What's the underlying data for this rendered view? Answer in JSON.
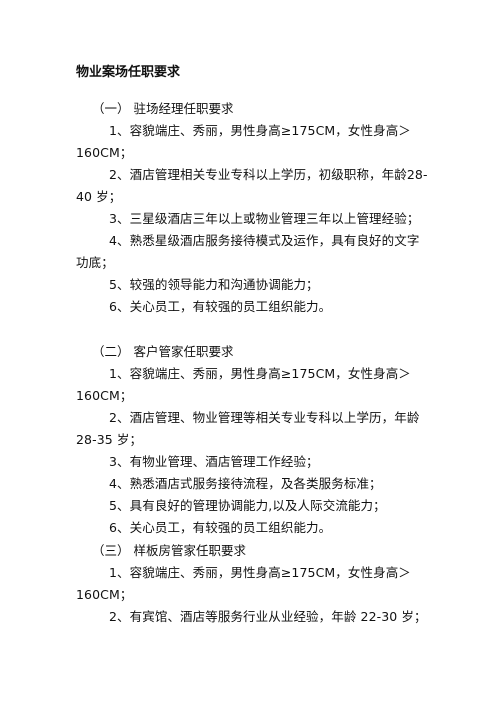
{
  "document": {
    "title": "物业案场任职要求",
    "sections": [
      {
        "heading": "（一） 驻场经理任职要求",
        "items": [
          "1、容貌端庄、秀丽，男性身高≥175CM，女性身高＞160CM；",
          "2、酒店管理相关专业专科以上学历，初级职称，年龄28-40 岁；",
          "3、三星级酒店三年以上或物业管理三年以上管理经验；",
          "4、熟悉星级酒店服务接待模式及运作，具有良好的文字功底；",
          "5、较强的领导能力和沟通协调能力；",
          "6、关心员工，有较强的员工组织能力。"
        ]
      },
      {
        "heading": "（二） 客户管家任职要求",
        "items": [
          "1、容貌端庄、秀丽，男性身高≥175CM，女性身高＞160CM；",
          "2、酒店管理、物业管理等相关专业专科以上学历，年龄 28-35 岁；",
          "3、有物业管理、酒店管理工作经验；",
          "4、熟悉酒店式服务接待流程，及各类服务标准；",
          "5、具有良好的管理协调能力,以及人际交流能力；",
          "6、关心员工，有较强的员工组织能力。"
        ]
      },
      {
        "heading": "（三） 样板房管家任职要求",
        "items": [
          "1、容貌端庄、秀丽，男性身高≥175CM，女性身高＞160CM；",
          "2、有宾馆、酒店等服务行业从业经验，年龄 22-30 岁；"
        ]
      }
    ]
  }
}
